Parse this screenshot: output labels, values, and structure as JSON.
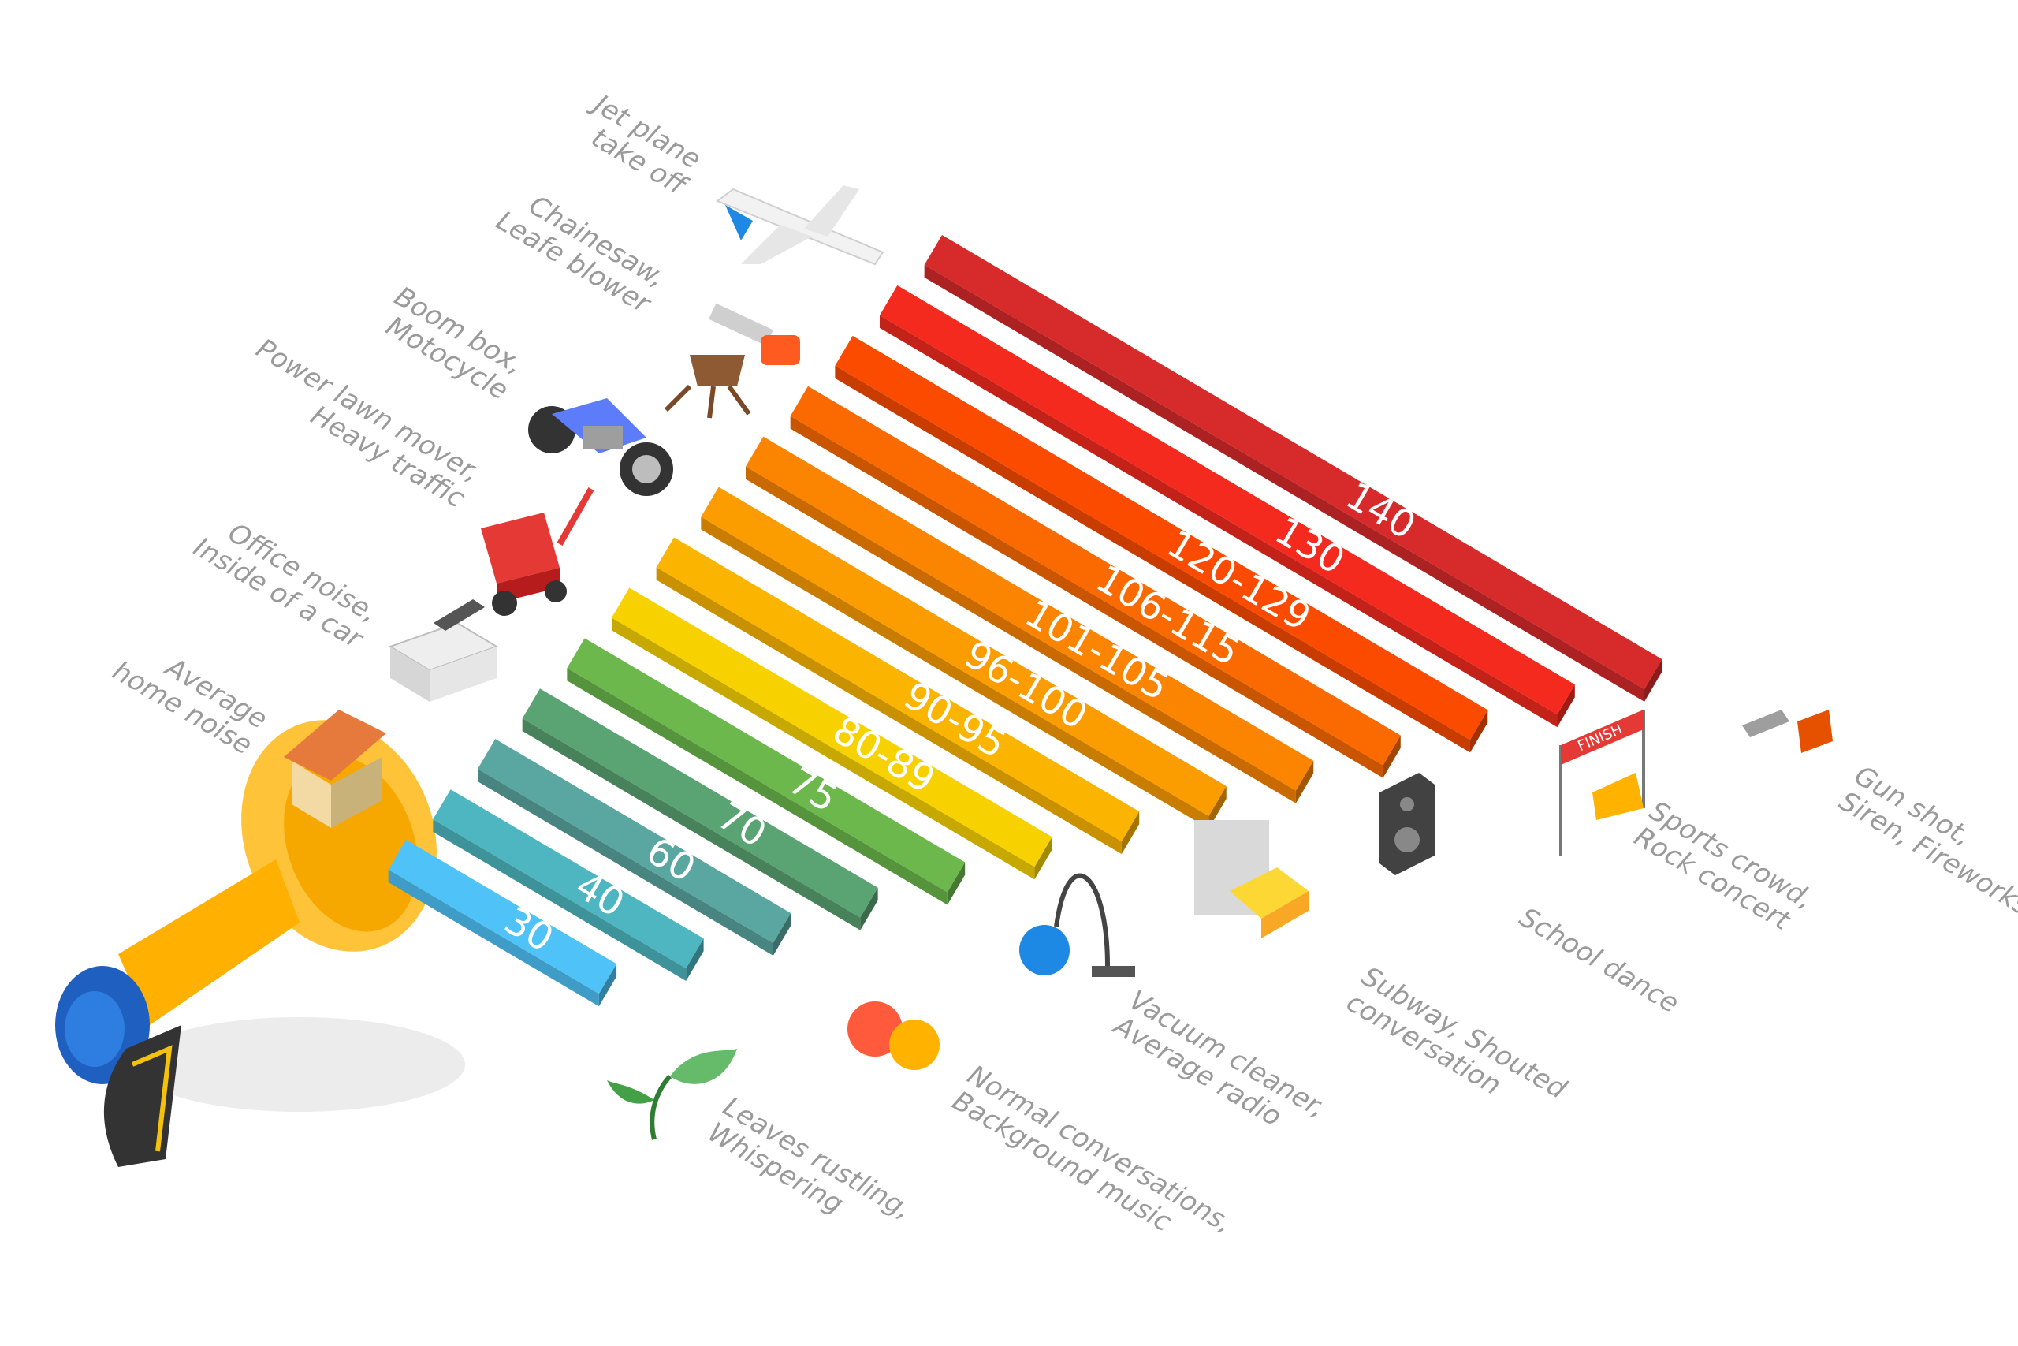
{
  "levels": [
    {
      "label": "30",
      "color": "#4fc3f7"
    },
    {
      "label": "40",
      "color": "#4db6c0"
    },
    {
      "label": "60",
      "color": "#5aa6a0"
    },
    {
      "label": "70",
      "color": "#5aa372"
    },
    {
      "label": "75",
      "color": "#6cb84c"
    },
    {
      "label": "80-89",
      "color": "#f7d200"
    },
    {
      "label": "90-95",
      "color": "#fbb400"
    },
    {
      "label": "96-100",
      "color": "#fb9c00"
    },
    {
      "label": "101-105",
      "color": "#fb8400"
    },
    {
      "label": "106-115",
      "color": "#fb6a00"
    },
    {
      "label": "120-129",
      "color": "#fb4b00"
    },
    {
      "label": "130",
      "color": "#f42a1f"
    },
    {
      "label": "140",
      "color": "#d72a2a"
    }
  ],
  "left_sources": [
    {
      "line1": "Jet plane",
      "line2": "take off",
      "icon": "jet-plane-icon"
    },
    {
      "line1": "Chainesaw,",
      "line2": "Leafe blower",
      "icon": "chainsaw-icon"
    },
    {
      "line1": "Boom box,",
      "line2": "Motocycle",
      "icon": "motorcycle-icon"
    },
    {
      "line1": "Power lawn mover,",
      "line2": "Heavy traffic",
      "icon": "lawn-mower-icon"
    },
    {
      "line1": "Office noise,",
      "line2": "Inside of a car",
      "icon": "printer-icon"
    },
    {
      "line1": "Average",
      "line2": "home noise",
      "icon": "house-icon"
    }
  ],
  "right_sources": [
    {
      "line1": "Leaves rustling,",
      "line2": "Whispering",
      "icon": "leaf-icon"
    },
    {
      "line1": "Normal conversations,",
      "line2": "Background music",
      "icon": "speech-bubbles-icon"
    },
    {
      "line1": "Vacuum cleaner,",
      "line2": "Average radio",
      "icon": "vacuum-cleaner-icon"
    },
    {
      "line1": "Subway, Shouted",
      "line2": "conversation",
      "icon": "subway-train-icon"
    },
    {
      "line1": "School dance",
      "line2": "",
      "icon": "speaker-icon"
    },
    {
      "line1": "Sports crowd,",
      "line2": "Rock concert",
      "icon": "finish-banner-icon"
    },
    {
      "line1": "Gun shot,",
      "line2": "Siren, Fireworks",
      "icon": "gun-icon"
    }
  ],
  "finish_label": "FINISH",
  "icons": {
    "megaphone": "megaphone-icon"
  }
}
